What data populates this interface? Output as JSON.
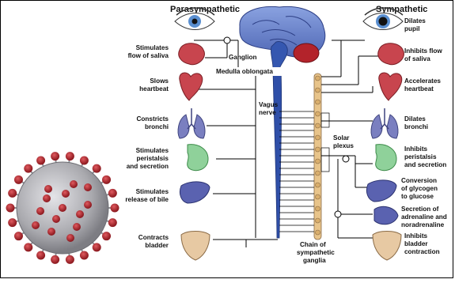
{
  "headings": {
    "parasympathetic": "Parasympathetic",
    "sympathetic": "Sympathetic"
  },
  "center_labels": {
    "ganglion": "Ganglion",
    "medulla": "Medulla oblongata",
    "vagus": [
      "Vagus",
      "nerve"
    ],
    "solar": [
      "Solar",
      "plexus"
    ],
    "chain": [
      "Chain of",
      "sympathetic",
      "ganglia"
    ]
  },
  "parasympathetic_effects": [
    {
      "organ": "eye-icon",
      "lines": [
        "Stimulates",
        "flow of saliva"
      ]
    },
    {
      "organ": "heart-icon",
      "lines": [
        "Slows",
        "heartbeat"
      ]
    },
    {
      "organ": "lungs-icon",
      "lines": [
        "Constricts",
        "bronchi"
      ]
    },
    {
      "organ": "stomach-icon",
      "lines": [
        "Stimulates",
        "peristalsis",
        "and secretion"
      ]
    },
    {
      "organ": "liver-icon",
      "lines": [
        "Stimulates",
        "release of bile"
      ]
    },
    {
      "organ": "bladder-icon",
      "lines": [
        "Contracts",
        "bladder"
      ]
    }
  ],
  "sympathetic_effects": [
    {
      "organ": "eye-icon",
      "lines": [
        "Dilates",
        "pupil"
      ]
    },
    {
      "organ": "salivary-gland-icon",
      "lines": [
        "Inhibits flow",
        "of saliva"
      ]
    },
    {
      "organ": "heart-icon",
      "lines": [
        "Accelerates",
        "heartbeat"
      ]
    },
    {
      "organ": "lungs-icon",
      "lines": [
        "Dilates",
        "bronchi"
      ]
    },
    {
      "organ": "stomach-icon",
      "lines": [
        "Inhibits",
        "peristalsis",
        "and secretion"
      ]
    },
    {
      "organ": "liver-icon",
      "lines": [
        "Conversion",
        "of glycogen",
        "to glucose"
      ]
    },
    {
      "organ": "kidney-icon",
      "lines": [
        "Secretion of",
        "adrenaline and",
        "noradrenaline"
      ]
    },
    {
      "organ": "bladder-icon",
      "lines": [
        "Inhibits",
        "bladder",
        "contraction"
      ]
    }
  ],
  "colors": {
    "brain": "#6d86c9",
    "spinal_cord": "#2f4fa8",
    "chain": "#e8c48a",
    "organ_red": "#c8454e",
    "organ_blue": "#6a72b8",
    "virus_body": "#b8b8bc",
    "virus_spike": "#b3232b"
  }
}
